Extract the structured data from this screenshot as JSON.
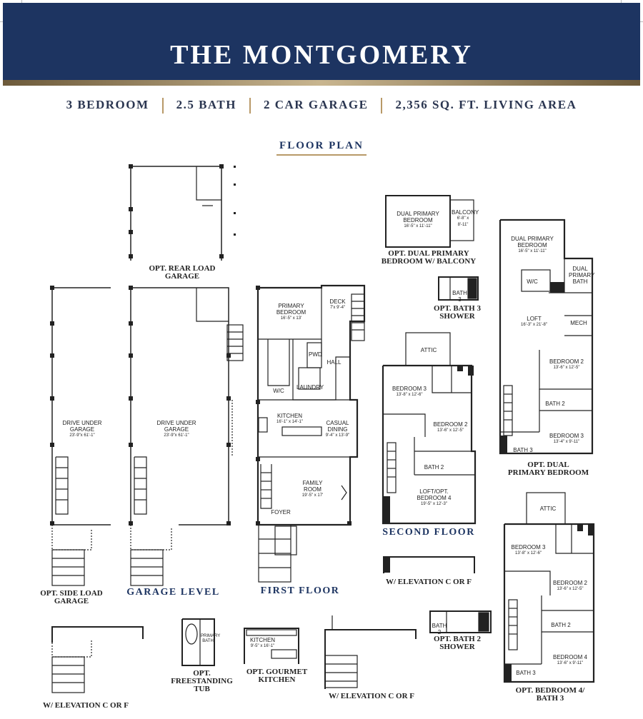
{
  "header": {
    "title": "THE MONTGOMERY"
  },
  "specs": {
    "bedrooms": "3 BEDROOM",
    "baths": "2.5 BATH",
    "garage": "2 CAR GARAGE",
    "area": "2,356 SQ. FT. LIVING AREA"
  },
  "section_title": "FLOOR PLAN",
  "labels": {
    "opt_rear_load": "OPT. REAR LOAD",
    "garage": "GARAGE",
    "opt_side_load": "OPT. SIDE LOAD",
    "garage_level": "GARAGE LEVEL",
    "first_floor": "FIRST FLOOR",
    "second_floor": "SECOND FLOOR",
    "opt_dual_primary_balcony_1": "OPT. DUAL PRIMARY",
    "opt_dual_primary_balcony_2": "BEDROOM W/ BALCONY",
    "opt_bath3_shower_1": "OPT. BATH 3",
    "opt_bath3_shower_2": "SHOWER",
    "opt_dual_primary_1": "OPT. DUAL",
    "opt_dual_primary_2": "PRIMARY BEDROOM",
    "w_elev": "W/ ELEVATION C OR F",
    "opt_bath2_shower_1": "OPT. BATH 2",
    "opt_bath2_shower_2": "SHOWER",
    "opt_freestanding_1": "OPT.",
    "opt_freestanding_2": "FREESTANDING",
    "opt_freestanding_3": "TUB",
    "opt_gourmet_1": "OPT. GOURMET",
    "opt_gourmet_2": "KITCHEN",
    "opt_bed4_1": "OPT. BEDROOM 4/",
    "opt_bed4_2": "BATH 3"
  },
  "rooms": {
    "drive_under_1": {
      "name": "DRIVE UNDER\nGARAGE",
      "dim": "23'-9\"x 61'-1\""
    },
    "drive_under_2": {
      "name": "DRIVE UNDER\nGARAGE",
      "dim": "23'-9\"x 61'-1\""
    },
    "primary_bedroom": {
      "name": "PRIMARY\nBEDROOM",
      "dim": "16'-5\" x 13'"
    },
    "deck": {
      "name": "DECK",
      "dim": "7'x 9'-4\""
    },
    "kitchen": {
      "name": "KITCHEN",
      "dim": "16'-1\" x 14'-1\""
    },
    "casual_dining": {
      "name": "CASUAL\nDINING",
      "dim": "9'-4\" x 13'-9\""
    },
    "family_room": {
      "name": "FAMILY\nROOM",
      "dim": "19'-5\" x 17'"
    },
    "foyer": {
      "name": "FOYER",
      "dim": ""
    },
    "laundry": {
      "name": "LAUNDRY",
      "dim": ""
    },
    "pwd": {
      "name": "PWD",
      "dim": ""
    },
    "hall": {
      "name": "HALL",
      "dim": ""
    },
    "wic_first": {
      "name": "W/C",
      "dim": ""
    },
    "bedroom3_second": {
      "name": "BEDROOM 3",
      "dim": "13'-8\" x 12'-6\""
    },
    "bedroom2_second": {
      "name": "BEDROOM 2",
      "dim": "13'-6\" x 12'-5\""
    },
    "bath2_second": {
      "name": "BATH 2",
      "dim": ""
    },
    "loft_bedroom4": {
      "name": "LOFT/OPT.\nBEDROOM 4",
      "dim": "19'-5\" x 12'-3\""
    },
    "attic_second": {
      "name": "ATTIC",
      "dim": ""
    },
    "dual_primary_balcony": {
      "name": "DUAL PRIMARY\nBEDROOM",
      "dim": "16'-5\" x 11'-11\""
    },
    "balcony": {
      "name": "BALCONY",
      "dim": "6'-8\" x 8'-11\""
    },
    "bath3_shower": {
      "name": "BATH 3",
      "dim": ""
    },
    "dual_primary_right": {
      "name": "DUAL PRIMARY\nBEDROOM",
      "dim": "16'-5\" x 11'-11\""
    },
    "loft_right": {
      "name": "LOFT",
      "dim": "16'-3\" x 21'-8\""
    },
    "bedroom2_right": {
      "name": "BEDROOM 2",
      "dim": "13'-6\" x 12'-5\""
    },
    "bedroom3_right": {
      "name": "BEDROOM 3",
      "dim": "13'-4\" x 9'-11\""
    },
    "bath2_right": {
      "name": "BATH 2",
      "dim": ""
    },
    "bath3_right": {
      "name": "BATH 3",
      "dim": ""
    },
    "mech": {
      "name": "MECH",
      "dim": ""
    },
    "wic_right": {
      "name": "W/C",
      "dim": ""
    },
    "dual_primary_bath": {
      "name": "DUAL\nPRIMARY\nBATH",
      "dim": ""
    },
    "attic_bottom": {
      "name": "ATTIC",
      "dim": ""
    },
    "bedroom3_bottom": {
      "name": "BEDROOM 3",
      "dim": "13'-8\" x 12'-6\""
    },
    "bedroom2_bottom": {
      "name": "BEDROOM 2",
      "dim": "13'-6\" x 12'-5\""
    },
    "bath2_bottom": {
      "name": "BATH 2",
      "dim": ""
    },
    "bedroom4_bottom": {
      "name": "BEDROOM 4",
      "dim": "13'-6\" x 9'-11\""
    },
    "bath3_bottom": {
      "name": "BATH 3",
      "dim": ""
    },
    "bath2_shower": {
      "name": "BATH 2",
      "dim": ""
    },
    "kitchen_gourmet": {
      "name": "KITCHEN",
      "dim": "9'-5\" x 16'-1\""
    },
    "primary_bath": {
      "name": "PRIMARY\nBATH",
      "dim": ""
    }
  }
}
